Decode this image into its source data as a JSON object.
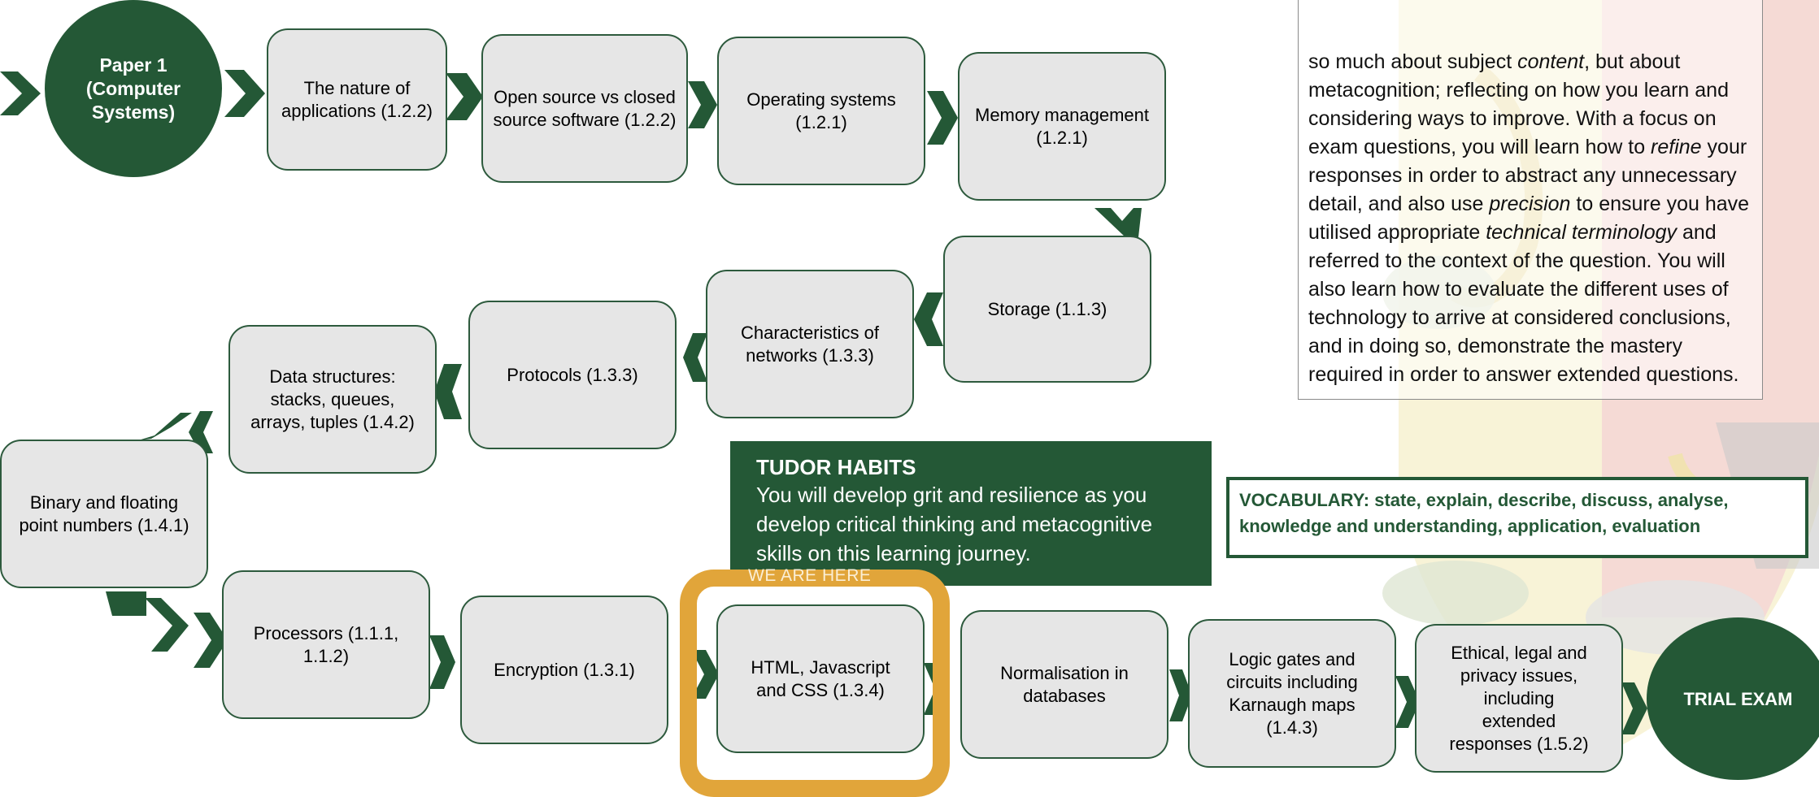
{
  "start": "Paper 1 (Computer Systems)",
  "end": "TRIAL EXAM",
  "nodes": {
    "nature": "The nature of applications (1.2.2)",
    "opensource": "Open source vs closed source software (1.2.2)",
    "os": "Operating systems (1.2.1)",
    "memory": "Memory management (1.2.1)",
    "storage": "Storage (1.1.3)",
    "networks": "Characteristics of networks (1.3.3)",
    "protocols": "Protocols (1.3.3)",
    "datastructures": "Data structures: stacks, queues, arrays, tuples (1.4.2)",
    "binary": "Binary and floating point numbers (1.4.1)",
    "processors": "Processors (1.1.1, 1.1.2)",
    "encryption": "Encryption (1.3.1)",
    "html": "HTML, Javascript and CSS (1.3.4)",
    "normalisation": "Normalisation in databases",
    "logic": "Logic gates and circuits including Karnaugh maps (1.4.3)",
    "ethical": "Ethical, legal and privacy issues, including extended responses (1.5.2)"
  },
  "info": {
    "p1": "so much about subject ",
    "em1": "content",
    "p2": ", but about metacognition; reflecting on how you learn and considering ways to improve. With a focus on exam questions, you will learn how to ",
    "em2": "refine",
    "p3": " your responses in order to abstract any unnecessary detail, and also use ",
    "em3": "precision",
    "p4": " to ensure you have utilised appropriate ",
    "em4": "technical terminology",
    "p5": " and referred to the context of the question. You will also learn how to evaluate the different uses of technology to arrive at considered conclusions, and in doing so, demonstrate the mastery required in order to answer extended questions."
  },
  "habits": {
    "title": "TUDOR HABITS",
    "body": "You will develop grit and resilience as you develop critical thinking and metacognitive skills on this learning journey."
  },
  "vocab": "VOCABULARY: state, explain, describe, discuss, analyse, knowledge and understanding, application, evaluation",
  "here": "WE ARE HERE",
  "colors": {
    "green": "#245836",
    "node_fill": "#e6e6e6",
    "highlight": "#e1a53a"
  }
}
